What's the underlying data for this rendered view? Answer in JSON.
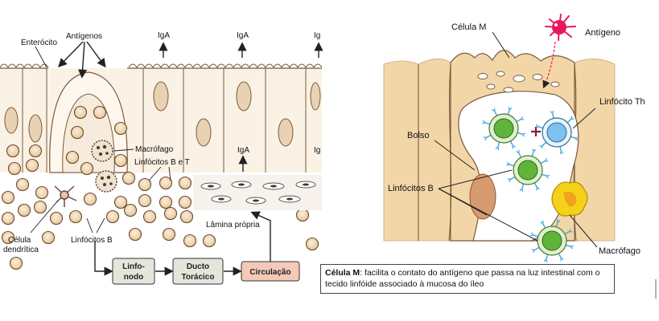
{
  "left": {
    "labels": {
      "enterocito": "Enterócito",
      "antigenos": "Antígenos",
      "iga1": "IgA",
      "iga2": "IgA",
      "iga3": "Ig",
      "iga_mid": "IgA",
      "iga_mid_cut": "Ig",
      "macrofago": "Macrófago",
      "linfocitos_bt": "Linfócitos B e T",
      "lamina": "Lâmina própria",
      "celula_dendritica_1": "Célula",
      "celula_dendritica_2": "dendrítica",
      "linfocitos_b": "Linfócitos B"
    },
    "flow": {
      "box1_line1": "Linfo-",
      "box1_line2": "nodo",
      "box2_line1": "Ducto",
      "box2_line2": "Torácico",
      "box3": "Circulação"
    }
  },
  "right": {
    "labels": {
      "celula_m": "Célula M",
      "antigeno": "Antígeno",
      "linfocito_th": "Linfócito Th",
      "bolso": "Bolso",
      "linfocitos_b": "Linfócitos B",
      "macrofago": "Macrófago"
    },
    "caption": {
      "title": "Célula M",
      "text": ": facilita o contato do antígeno que passa na luz intestinal com o tecido linfóide associado à mucosa do íleo"
    }
  },
  "colors": {
    "cell_fill": "#f3d6a8",
    "cell_stroke": "#7a5a3a",
    "box_fill": "#e4e6dc",
    "box_pink": "#f4c9b8",
    "lymph_green": "#5fb53a",
    "th_blue": "#7cc1ef",
    "antigen": "#e8175d",
    "macro_yellow": "#f4d21a",
    "receptor": "#39a7dd"
  }
}
